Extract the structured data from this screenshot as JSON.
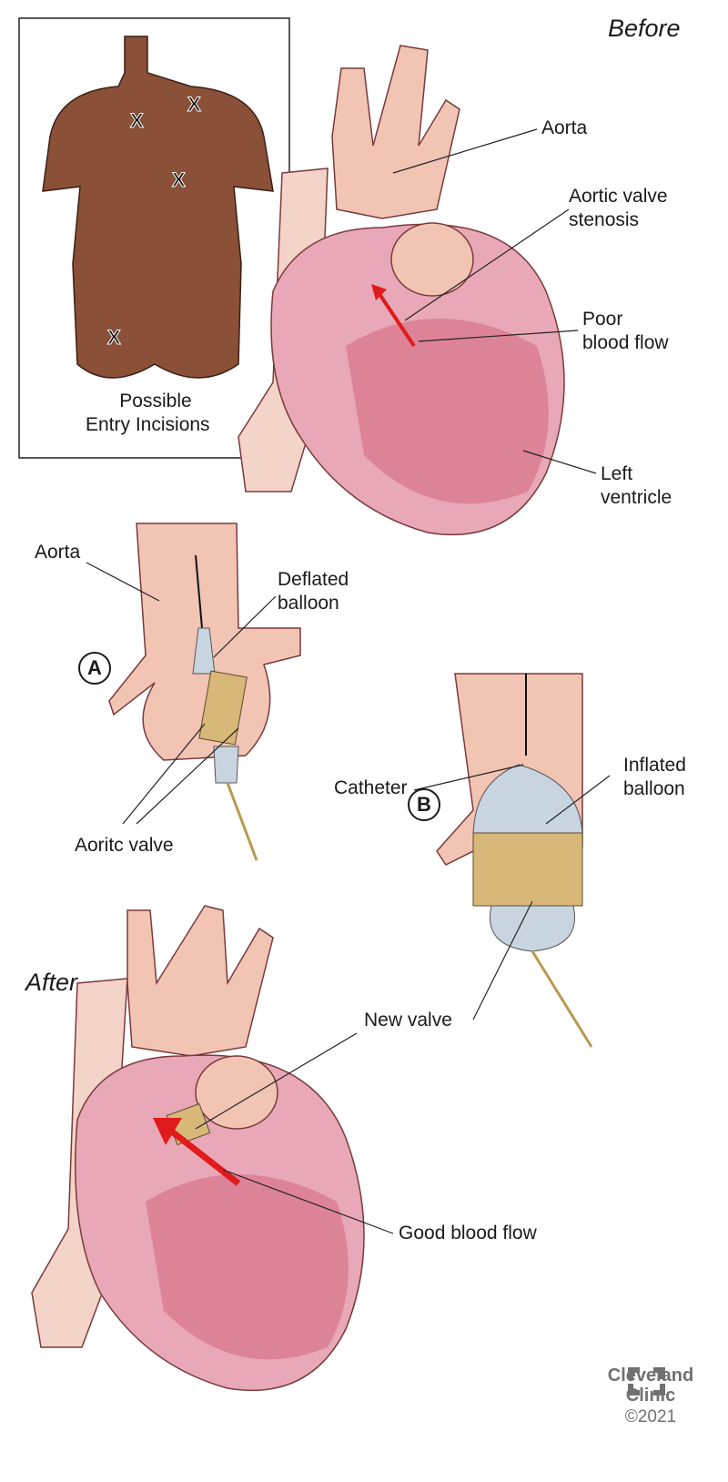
{
  "inset": {
    "caption_line1": "Possible",
    "caption_line2": "Entry Incisions",
    "incision_mark": "X"
  },
  "before": {
    "title": "Before",
    "labels": {
      "aorta": "Aorta",
      "stenosis_1": "Aortic valve",
      "stenosis_2": "stenosis",
      "flow_1": "Poor",
      "flow_2": "blood flow",
      "ventricle_1": "Left",
      "ventricle_2": "ventricle"
    }
  },
  "step_a": {
    "marker": "A",
    "aorta": "Aorta",
    "balloon_1": "Deflated",
    "balloon_2": "balloon",
    "valve": "Aoritc valve"
  },
  "step_b": {
    "marker": "B",
    "catheter": "Catheter",
    "balloon_1": "Inflated",
    "balloon_2": "balloon",
    "new_valve": "New valve"
  },
  "after": {
    "title": "After",
    "flow": "Good blood flow"
  },
  "brand": {
    "name_1": "Cleveland",
    "name_2": "Clinic",
    "copyright": "©2021"
  },
  "colors": {
    "skin": "#8a5038",
    "aorta": "#f2c4b4",
    "heart": "#e8a8b8",
    "muscle": "#d46a80",
    "arrow": "#e01b1b",
    "stent": "#d8b878",
    "balloon": "#c8d4e0",
    "logo": "#707070"
  }
}
